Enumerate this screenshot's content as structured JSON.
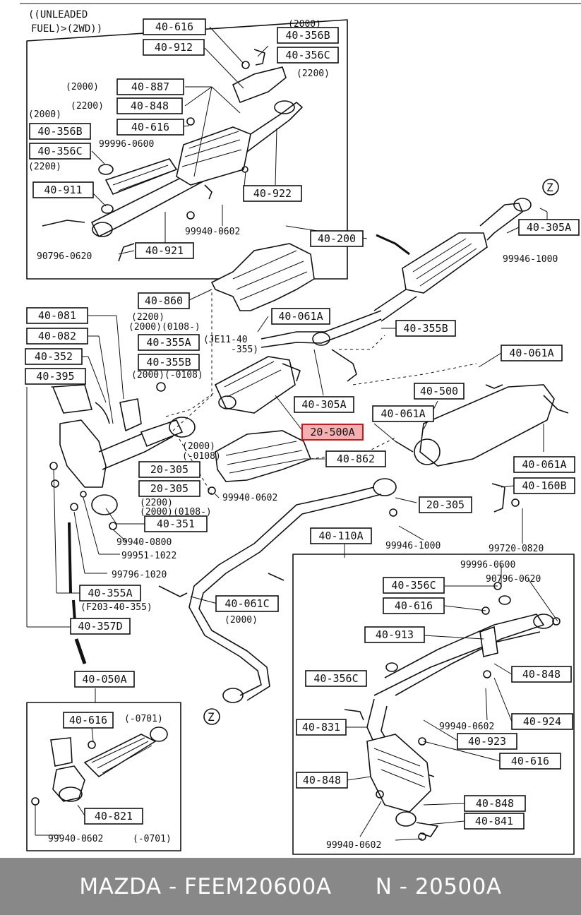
{
  "diagram": {
    "headnote_line1": "((UNLEADED",
    "headnote_line2": "FUEL)>(2WD))",
    "highlighted_part": "20-500A",
    "boxed_labels": [
      "40-616",
      "40-912",
      "40-356B",
      "40-356C",
      "40-887",
      "40-848",
      "40-356B",
      "40-356C",
      "40-616",
      "40-911",
      "40-921",
      "40-922",
      "40-200",
      "40-305A",
      "40-860",
      "40-081",
      "40-082",
      "40-352",
      "40-395",
      "40-355A",
      "40-355B",
      "40-061A",
      "40-355B",
      "40-061A",
      "40-305A",
      "40-500",
      "40-061A",
      "20-500A",
      "40-862",
      "40-061A",
      "40-160B",
      "20-305",
      "20-305",
      "20-305",
      "40-351",
      "40-110A",
      "40-355A",
      "40-357D",
      "40-061C",
      "40-050A",
      "40-616",
      "40-821",
      "40-356C",
      "40-616",
      "40-913",
      "40-356C",
      "40-848",
      "40-924",
      "40-831",
      "40-923",
      "40-616",
      "40-848",
      "40-848",
      "40-841"
    ],
    "plain_labels": [
      "(2000)",
      "(2200)",
      "(2000)",
      "(2200)",
      "(2000)",
      "(2200)",
      "99996-0600",
      "99940-0602",
      "90796-0620",
      "Z",
      "99946-1000",
      "(2200)",
      "(2000)(0108-)",
      "(JE11-40",
      "-355)",
      "(2000)(-0108)",
      "(2000)",
      "(-0108)",
      "99940-0602",
      "(2200)",
      "(2000)(0108-)",
      "99940-0800",
      "99951-1022",
      "99796-1020",
      "(F203-40-355)",
      "99946-1000",
      "99720-0820",
      "(2000)",
      "Z",
      "(-0701)",
      "99940-0602",
      "(-0701)",
      "99996-0600",
      "90796-0620",
      "99940-0602",
      "99940-0602"
    ]
  },
  "footer": {
    "text": "MAZDA - FEEM20600A      N - 20500A"
  }
}
